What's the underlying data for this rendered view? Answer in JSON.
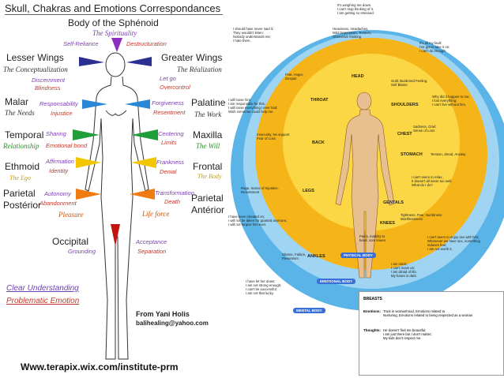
{
  "left": {
    "title": "Skull, Chakras and Emotions Correspondances",
    "body_title": "Body of the Sphénoid",
    "body_sub": "The Spirituality",
    "crown_left": "Self-Reliance",
    "crown_right": "Destructuration",
    "lesser_wings": "Lesser Wings",
    "lesser_sub": "The Conceptualization",
    "lesser_p1": "Discernment",
    "lesser_r1": "Blindness",
    "greater_wings": "Greater Wings",
    "greater_sub": "The Réalization",
    "greater_p1": "Let go",
    "greater_r1": "Overcontrol",
    "malar": "Malar",
    "malar_sub": "The Needs",
    "malar_p1": "Responsability",
    "malar_r1": "Injustice",
    "palatine": "Palatine",
    "palatine_sub": "The Work",
    "palatine_p1": "Forgiveness",
    "palatine_r1": "Resentment",
    "temporal": "Temporal",
    "temporal_sub": "Relationship",
    "temporal_p1": "Sharing",
    "temporal_r1": "Emotional bond",
    "maxilla": "Maxilla",
    "maxilla_sub": "The Will",
    "maxilla_p1": "Centering",
    "maxilla_r1": "Limits",
    "ethmoid": "Ethmoid",
    "ethmoid_sub": "The Ego",
    "ethmoid_p1": "Affirmation",
    "ethmoid_r1": "Identity",
    "frontal": "Frontal",
    "frontal_sub": "The Body",
    "frontal_p1": "Frankness",
    "frontal_r1": "Denial",
    "parietal_post": "Parietal\nPostérior",
    "parietal_post_sub": "Pleasure",
    "parietal_post_p1": "Autonomy",
    "parietal_post_r1": "Abandonment",
    "parietal_ant": "Parietal\nAntérior",
    "parietal_ant_sub": "Life force",
    "parietal_ant_p1": "Transformation",
    "parietal_ant_r1": "Death",
    "occipital": "Occipital",
    "occipital_sub": "Grounding",
    "occipital_p1": "Acceptance",
    "occipital_r1": "Separation",
    "legend_clear": "Clear Understanding",
    "legend_problem": "Problematic Emotion",
    "from": "From Yani Holis",
    "email": "balihealing@yahoo.com",
    "url": "Www.terapix.wix.com/institute-prm",
    "colors": {
      "violet": "#8e2fbf",
      "indigo": "#2b2f8f",
      "blue": "#2a86d6",
      "green": "#1f9e3a",
      "yellow": "#f2c600",
      "orange": "#f07b12",
      "red": "#c4140f"
    }
  },
  "right": {
    "body_labels": {
      "head": "HEAD",
      "throat": "THROAT",
      "shoulders": "SHOULDERS",
      "chest": "CHEST",
      "back": "BACK",
      "stomach": "STOMACH",
      "legs": "LEGS",
      "genitals": "GENTALS",
      "knees": "KNEES",
      "ankles": "ANKLES"
    },
    "pills": {
      "physical": "PHYSICAL BODY",
      "emotional": "EMOTIONAL BODY",
      "mental": "MENTAL BODY"
    },
    "notes": {
      "top_right": "It's weighing me down.\nI can't stop thinking of it.\nI am getting so stressed.",
      "top_left": "I should have never said it;\nThey wouldn't listen;\nNobody understands me;\nI hate them.",
      "head_fx": "Heaviness, Headaches,\nMild Depression, Tension,\nObsessive thinking",
      "fault": "It's all my fault;\nI've got to take it on;\nI can't do enough.",
      "throat_fx": "Fear, Anger,\nDespair",
      "shoulders_fx": "Guilt, Burdened Feeling,\nSelf Blame",
      "why": "Why did it happen to me;\nI lost everything;\nI can't live without him.",
      "loose": "I will loose him;\nI am responsible for this;\nI will loose everything I ever had;\nWish someone could help me.",
      "chest_fx": "Sadness, Grief,\nSense of Loss",
      "back_fx": "Insecurity, No support\nFear of Loss",
      "stomach_fx": "Tension, dread, Anxiety",
      "relax": "I can't seem to relax;\nIt doesn't all seem too well.\nWhat do I do?",
      "legs_fx": "Rage, Sense of Injustice,\nResentment",
      "cheated": "I have been cheated on;\nI will not be taken for granted anymore;\nI will not forgive him ever.",
      "knees_fx": "Tightness, Fear, Numbness\nWorthlessness",
      "ankles_pain": "Pains, inability to\nbend, sore knees",
      "enjoy": "I can't seem to enjoy sex with him;\nWhenever we have sex, something\ninduces fear;\nI am not worth it.",
      "shame": "Shame, Failure,\nPessimism",
      "stuck": "I am stuck;\nI can't move on;\nI am afraid of life.\nMy future is dark.",
      "let_down": "I have let her down;\nI am not strong enough;\nI can't be successful;\nI am not that lucky."
    },
    "breasts": {
      "title": "BREASTS",
      "emotions_label": "Emotions:",
      "emotions_text": "Trust in womanhood, Emotions related to\nNurturing, Emotions related to being respected as a woman",
      "thoughts_label": "Thoughts:",
      "thoughts_text": "He doesn't find me beautiful;\nI am just there but I don't matter;\nMy kids don't respect me."
    },
    "colors": {
      "outer": "#5ab4e8",
      "ring": "#9fd4f2",
      "inner": "#f5b418",
      "core": "#fff08a"
    }
  }
}
